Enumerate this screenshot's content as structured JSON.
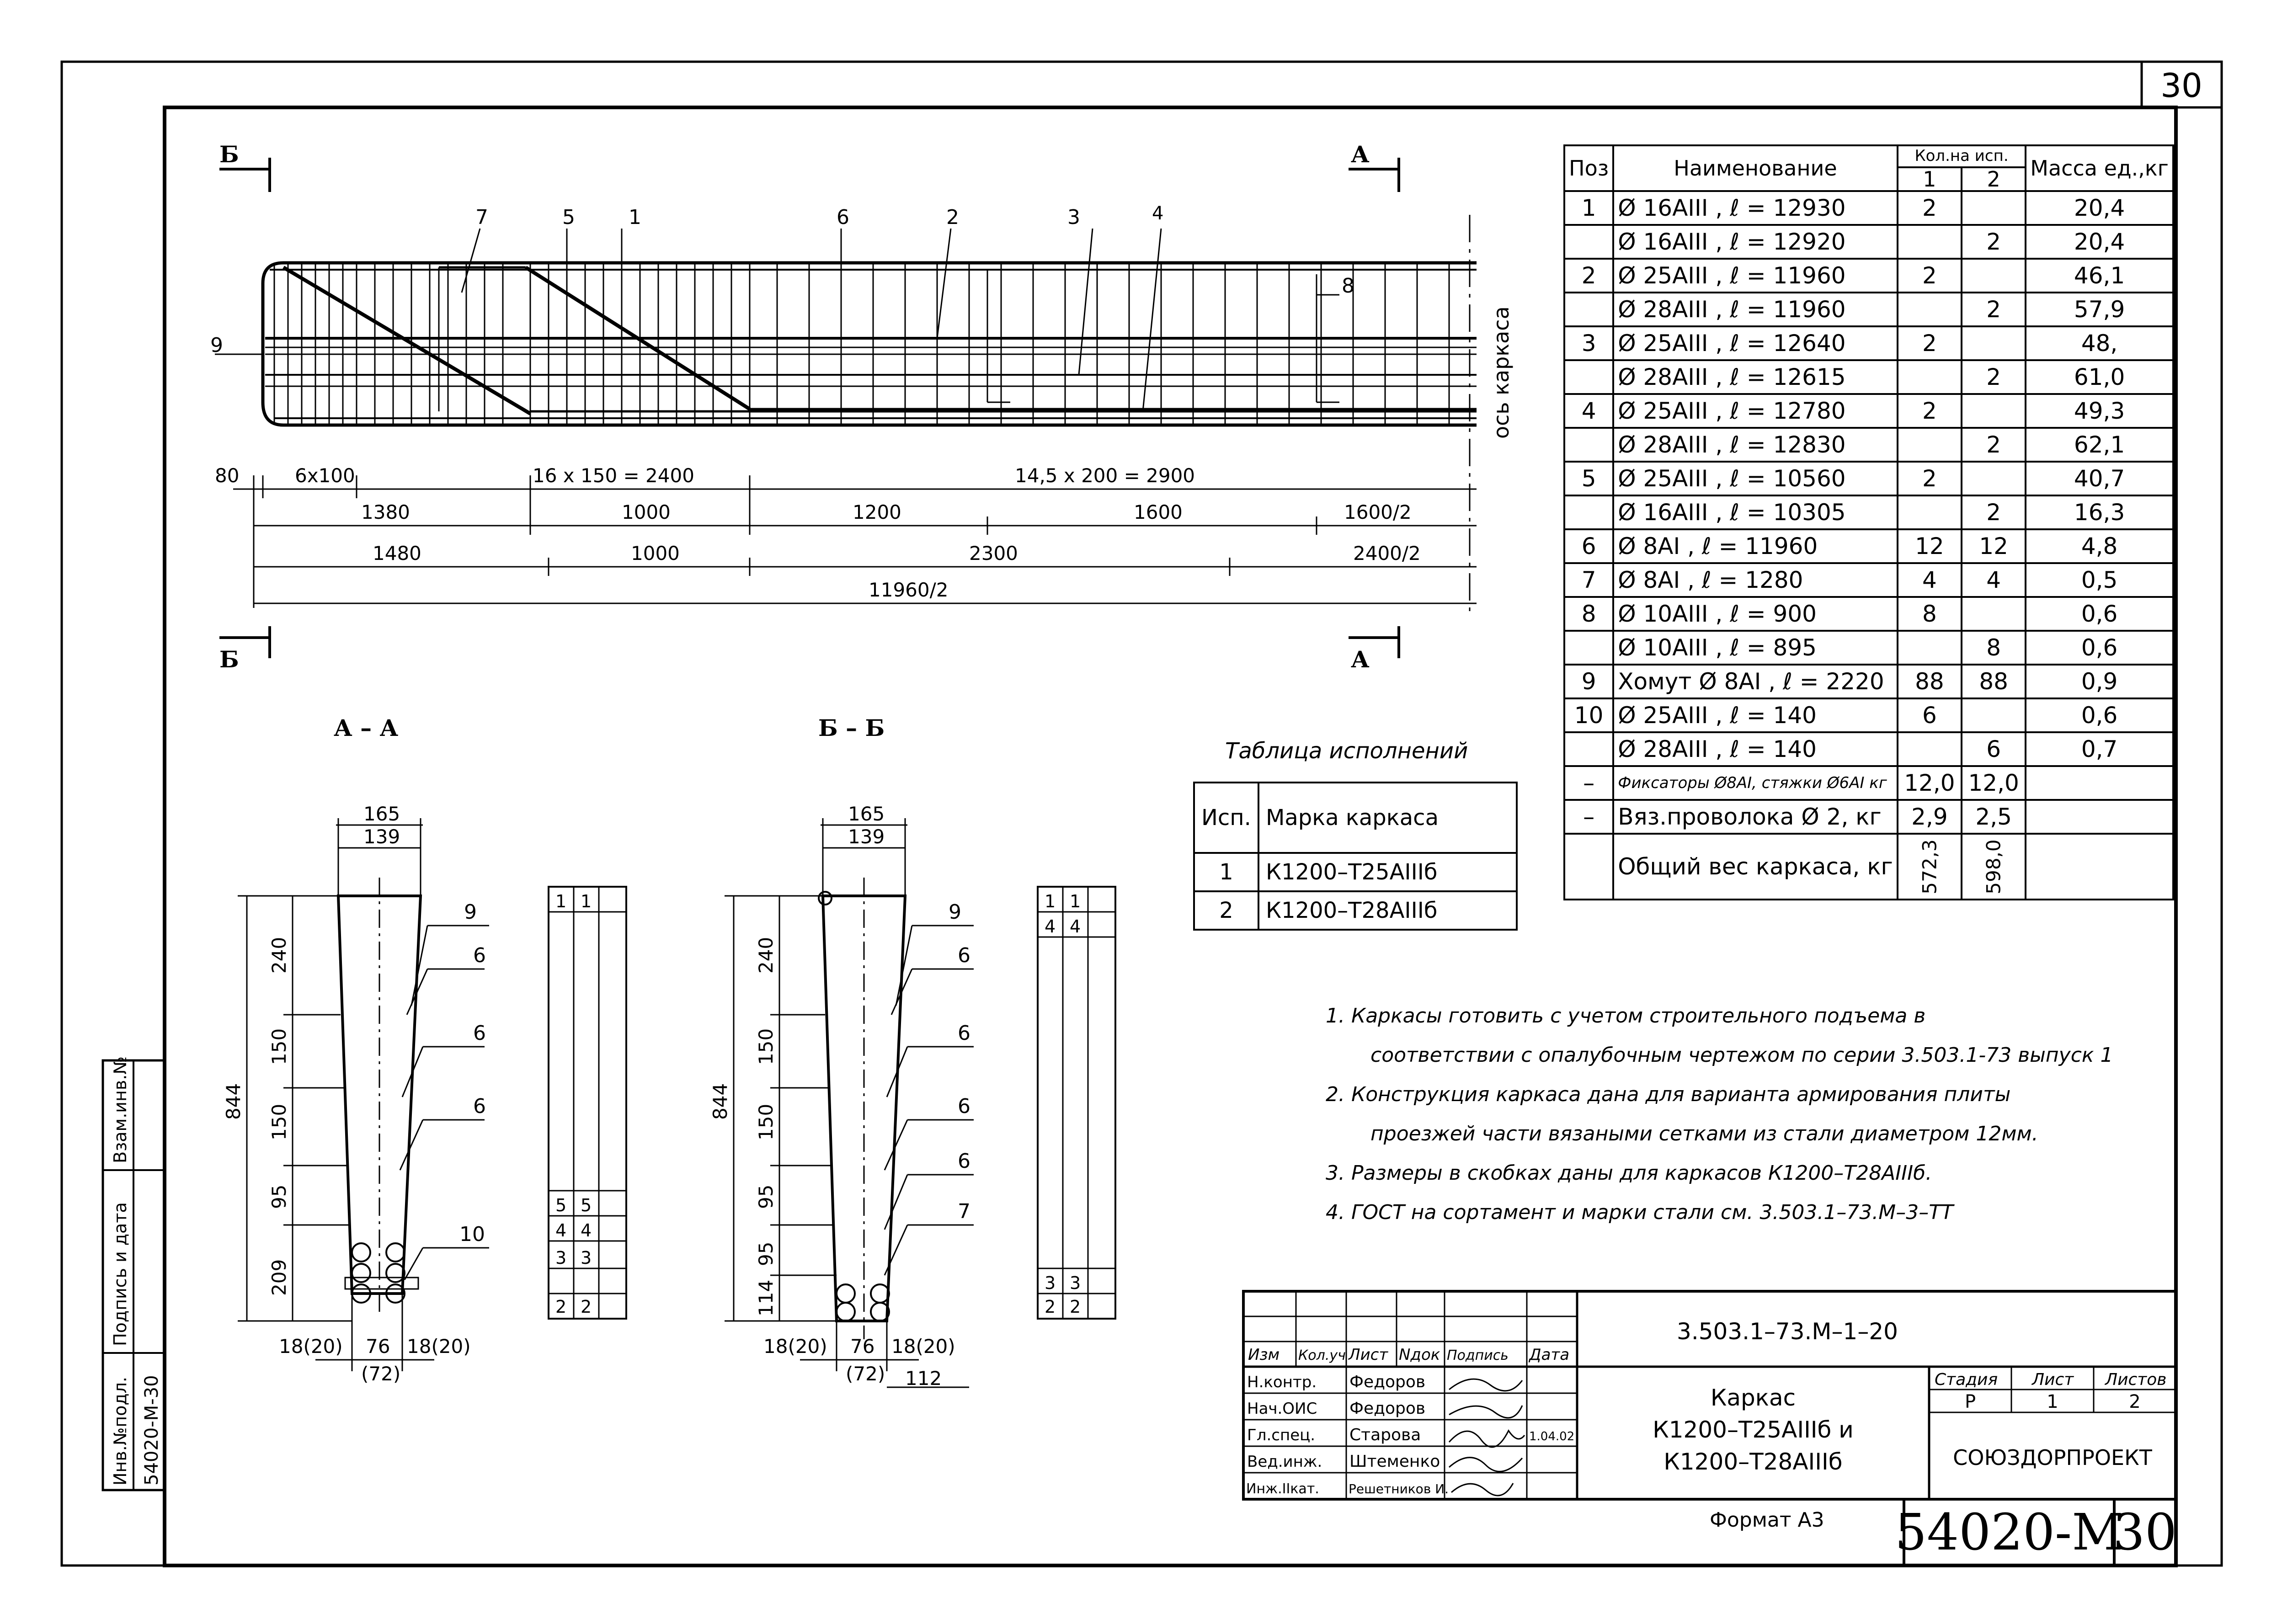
{
  "sheet": {
    "corner_number": "30",
    "format_label": "Формат A3",
    "doc_code": "54020-М",
    "sheet_number": "30"
  },
  "side_stamp": {
    "inv_label": "Инв.№подл.",
    "sign_label": "Подпись и дата",
    "ref_label": "Взам.инв.№",
    "inv_value": "54020-М-30"
  },
  "drawing": {
    "section_b": "Б",
    "section_a": "А",
    "axis_label": "ось каркаса",
    "pos_labels": [
      "7",
      "5",
      "1",
      "6",
      "2",
      "3",
      "4",
      "8",
      "9"
    ],
    "dim_80": "80",
    "dim_row1": [
      "6x100",
      "16 x 150 = 2400",
      "14,5 x 200 = 2900"
    ],
    "dim_row2": [
      "1380",
      "1000",
      "1200",
      "1600",
      "1600/2"
    ],
    "dim_row3": [
      "1480",
      "1000",
      "2300",
      "2400/2"
    ],
    "dim_total": "11960/2"
  },
  "section_aa": {
    "title": "А – А",
    "top_outer": "165",
    "top_inner": "139",
    "height": "844",
    "segments": [
      "240",
      "150",
      "150",
      "95",
      "209"
    ],
    "pos_labels": [
      "9",
      "6",
      "6",
      "6",
      "10"
    ],
    "bottom": [
      "18(20)",
      "76",
      "18(20)",
      "(72)"
    ],
    "strip_top": [
      "1",
      "1"
    ],
    "strip_bottom": [
      [
        "5",
        "5"
      ],
      [
        "4",
        "4"
      ],
      [
        "3",
        "3"
      ],
      [
        "2",
        "2"
      ]
    ]
  },
  "section_bb": {
    "title": "Б – Б",
    "top_outer": "165",
    "top_inner": "139",
    "height": "844",
    "segments": [
      "240",
      "150",
      "150",
      "95",
      "95",
      "114"
    ],
    "pos_labels": [
      "9",
      "6",
      "6",
      "6",
      "6",
      "7"
    ],
    "bottom": [
      "18(20)",
      "76",
      "18(20)",
      "(72)",
      "112"
    ],
    "strip_top": [
      [
        "1",
        "1"
      ],
      [
        "4",
        "4"
      ]
    ],
    "strip_bottom": [
      [
        "3",
        "3"
      ],
      [
        "2",
        "2"
      ]
    ]
  },
  "spec": {
    "headers": {
      "pos": "Поз",
      "name": "Наименование",
      "qty": "Кол.на исп.",
      "q1": "1",
      "q2": "2",
      "mass": "Масса ед.,кг"
    },
    "rows": [
      {
        "pos": "1",
        "name": "Ø 16AIII ,  ℓ = 12930",
        "q1": "2",
        "q2": "",
        "mass": "20,4"
      },
      {
        "pos": "",
        "name": "Ø 16AIII ,  ℓ = 12920",
        "q1": "",
        "q2": "2",
        "mass": "20,4"
      },
      {
        "pos": "2",
        "name": "Ø 25AIII ,  ℓ = 11960",
        "q1": "2",
        "q2": "",
        "mass": "46,1"
      },
      {
        "pos": "",
        "name": "Ø 28AIII ,  ℓ = 11960",
        "q1": "",
        "q2": "2",
        "mass": "57,9"
      },
      {
        "pos": "3",
        "name": "Ø 25AIII ,  ℓ = 12640",
        "q1": "2",
        "q2": "",
        "mass": "48,"
      },
      {
        "pos": "",
        "name": "Ø 28AIII ,  ℓ = 12615",
        "q1": "",
        "q2": "2",
        "mass": "61,0"
      },
      {
        "pos": "4",
        "name": "Ø 25AIII ,  ℓ = 12780",
        "q1": "2",
        "q2": "",
        "mass": "49,3"
      },
      {
        "pos": "",
        "name": "Ø 28AIII ,  ℓ = 12830",
        "q1": "",
        "q2": "2",
        "mass": "62,1"
      },
      {
        "pos": "5",
        "name": "Ø 25AIII ,  ℓ = 10560",
        "q1": "2",
        "q2": "",
        "mass": "40,7"
      },
      {
        "pos": "",
        "name": "Ø 16AIII ,  ℓ = 10305",
        "q1": "",
        "q2": "2",
        "mass": "16,3"
      },
      {
        "pos": "6",
        "name": "Ø 8AI ,     ℓ = 11960",
        "q1": "12",
        "q2": "12",
        "mass": "4,8"
      },
      {
        "pos": "7",
        "name": "Ø 8AI ,     ℓ = 1280",
        "q1": "4",
        "q2": "4",
        "mass": "0,5"
      },
      {
        "pos": "8",
        "name": "Ø 10AIII ,  ℓ = 900",
        "q1": "8",
        "q2": "",
        "mass": "0,6"
      },
      {
        "pos": "",
        "name": "Ø 10AIII ,  ℓ = 895",
        "q1": "",
        "q2": "8",
        "mass": "0,6"
      },
      {
        "pos": "9",
        "name": "Хомут  Ø 8AI , ℓ = 2220",
        "q1": "88",
        "q2": "88",
        "mass": "0,9"
      },
      {
        "pos": "10",
        "name": "Ø 25AIII ,  ℓ = 140",
        "q1": "6",
        "q2": "",
        "mass": "0,6"
      },
      {
        "pos": "",
        "name": "Ø 28AIII ,  ℓ = 140",
        "q1": "",
        "q2": "6",
        "mass": "0,7"
      },
      {
        "pos": "–",
        "name": "Фиксаторы Ø8AI, стяжки Ø6AI кг",
        "q1": "12,0",
        "q2": "12,0",
        "mass": ""
      },
      {
        "pos": "–",
        "name": "Вяз.проволока  Ø 2, кг",
        "q1": "2,9",
        "q2": "2,5",
        "mass": ""
      }
    ],
    "total": {
      "name": "Общий вес каркаса, кг",
      "q1": "572,3",
      "q2": "598,0"
    }
  },
  "variants": {
    "title": "Таблица исполнений",
    "head": [
      "Исп.",
      "Марка каркаса"
    ],
    "rows": [
      [
        "1",
        "К1200–Т25АIIIб"
      ],
      [
        "2",
        "К1200–Т28АIIIб"
      ]
    ]
  },
  "notes": [
    "1. Каркасы готовить с учетом  строительного подъема в",
    "соответствии с опалубочным  чертежом по серии 3.503.1-73 выпуск 1",
    "2. Конструкция каркаса дана для варианта армирования плиты",
    "проезжей части вязаными сетками из стали диаметром 12мм.",
    "3. Размеры в скобках даны для каркасов К1200–Т28АIIIб.",
    "4. ГОСТ на сортамент и марки стали см. 3.503.1–73.М–3–ТТ"
  ],
  "title_block": {
    "code": "3.503.1–73.М–1–20",
    "head": [
      "Изм",
      "Кол.уч",
      "Лист",
      "Nдок",
      "Подпись",
      "Дата"
    ],
    "people": [
      {
        "role": "Н.контр.",
        "name": "Федоров",
        "date": ""
      },
      {
        "role": "Нач.ОИС",
        "name": "Федоров",
        "date": ""
      },
      {
        "role": "Гл.спец.",
        "name": "Старова",
        "date": "1.04.02"
      },
      {
        "role": "Вед.инж.",
        "name": "Штеменко",
        "date": ""
      },
      {
        "role": "Инж.IIкат.",
        "name": "Решетников И.",
        "date": ""
      }
    ],
    "title_lines": [
      "Каркас",
      "К1200–Т25АIIIб и",
      "К1200–Т28АIIIб"
    ],
    "stage_head": [
      "Стадия",
      "Лист",
      "Листов"
    ],
    "stage_vals": [
      "Р",
      "1",
      "2"
    ],
    "org": "СОЮЗДОРПРОЕКТ"
  }
}
